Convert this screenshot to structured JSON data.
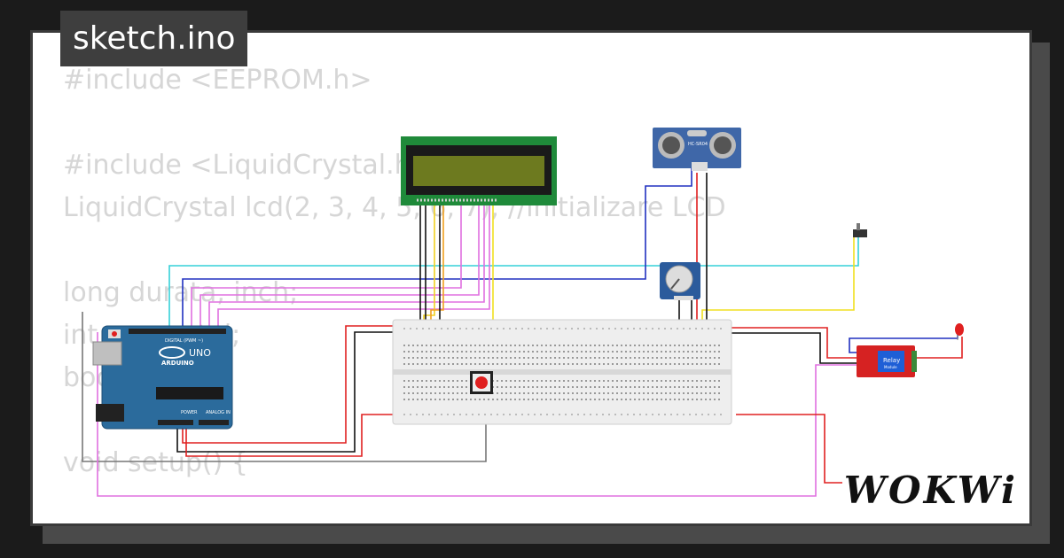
{
  "title": "sketch.ino",
  "code_lines": [
    "#include <EEPROM.h>",
    "",
    "#include <LiquidCrystal.h>",
    "LiquidCrystal lcd(2, 3, 4, 5, 6, 7); //initializare LCD",
    "",
    "long durata, inch;",
    "int procentaj;",
    "bool pompa;",
    "",
    "void setup() {"
  ],
  "code_text": "#include <EEPROM.h>\n\n#include <LiquidCrystal.h>\nLiquidCrystal lcd(2, 3, 4, 5, 6, 7); //initializare LCD\n\nlong durata, inch;\nint procentaj;\nbool pompa;\n\nvoid setup() {",
  "board": {
    "brand": "ARDUINO",
    "model": "UNO",
    "digital_label": "DIGITAL (PWM ~)",
    "power_label": "POWER",
    "analog_label": "ANALOG IN"
  },
  "sensor_label": "HC-SR04",
  "relay_label": "Relay",
  "relay_sub": "Module",
  "logo": "WOKWi",
  "colors": {
    "lcd_green": "#1f8a3a",
    "lcd_screen": "#6d7a1f",
    "arduino_blue": "#2b6b9c",
    "sensor_blue": "#3f67a8",
    "relay_red": "#d62222",
    "wire_red": "#e02020",
    "wire_cyan": "#35d0d8",
    "wire_blue": "#2030c0",
    "wire_pink": "#e070e0",
    "wire_yellow": "#f0e020"
  }
}
